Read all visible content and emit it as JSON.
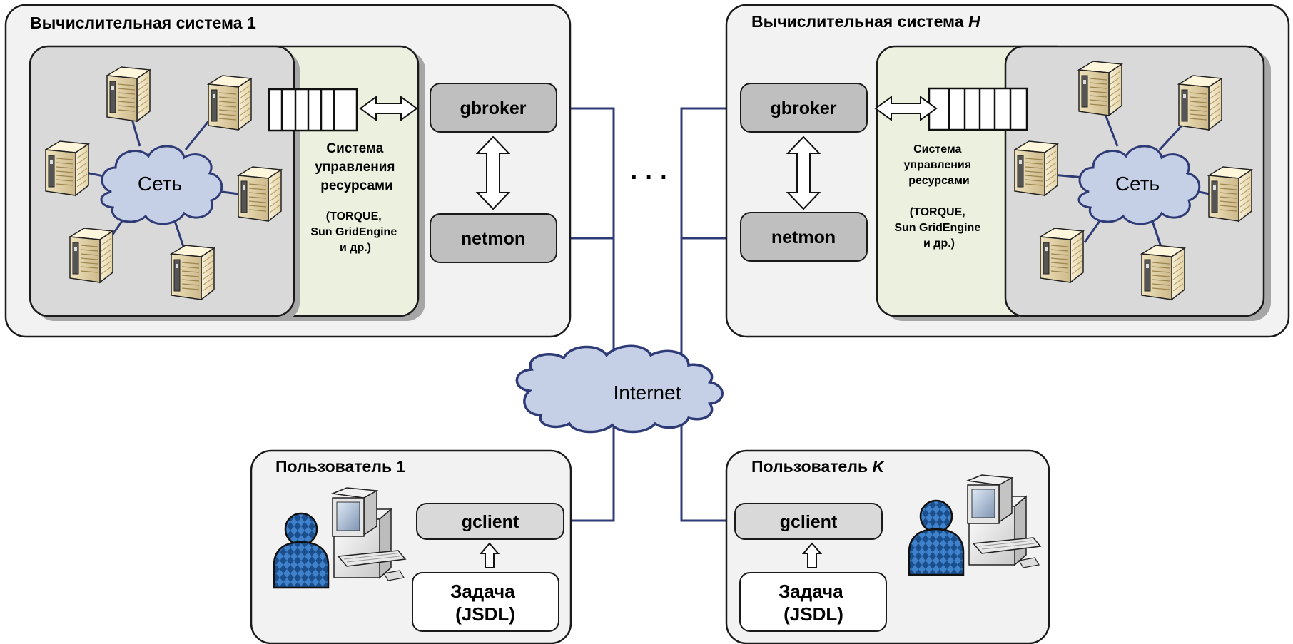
{
  "systems": [
    {
      "title_prefix": "Вычислительная система ",
      "title_index": "1",
      "network_label": "Сеть",
      "rms": {
        "l1": "Система",
        "l2": "управления",
        "l3": "ресурсами",
        "s1": "(TORQUE,",
        "s2": "Sun GridEngine",
        "s3": "и др.)"
      },
      "broker": "gbroker",
      "monitor": "netmon"
    },
    {
      "title_prefix": "Вычислительная система ",
      "title_index": "H",
      "network_label": "Сеть",
      "rms": {
        "l1": "Система",
        "l2": "управления",
        "l3": "ресурсами",
        "s1": "(TORQUE,",
        "s2": "Sun GridEngine",
        "s3": "и др.)"
      },
      "broker": "gbroker",
      "monitor": "netmon"
    }
  ],
  "ellipsis": "· · ·",
  "internet": "Internet",
  "users": [
    {
      "title_prefix": "Пользователь ",
      "title_index": "1",
      "client": "gclient",
      "task_l1": "Задача",
      "task_l2": "(JSDL)"
    },
    {
      "title_prefix": "Пользователь ",
      "title_index": "K",
      "client": "gclient",
      "task_l1": "Задача",
      "task_l2": "(JSDL)"
    }
  ],
  "colors": {
    "panel": "#f2f2f2",
    "network_box": "#d9d9d9",
    "rms_box": "#ebf1de",
    "node": "#bfbfbf",
    "cloud": "#c5d0e6",
    "link": "#2e3b76",
    "person": "#3d7fc7"
  }
}
